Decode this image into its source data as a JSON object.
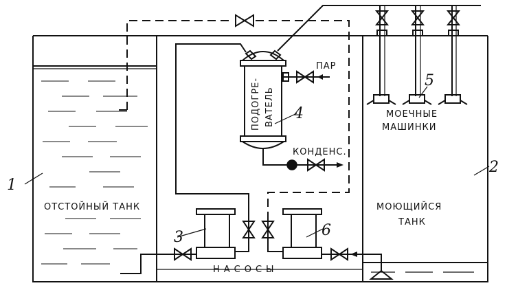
{
  "labels": {
    "settling_tank": "ОТСТОЙНЫЙ ТАНК",
    "washing_tank_line1": "МОЮЩИЙСЯ",
    "washing_tank_line2": "ТАНК",
    "pumps": "НАСОСЫ",
    "steam": "ПАР",
    "condensate": "КОНДЕНС.",
    "heater_line1": "ПОДОГРЕ-",
    "heater_line2": "ВАТЕЛЬ",
    "washing_machines_line1": "МОЕЧНЫЕ",
    "washing_machines_line2": "МАШИНКИ"
  },
  "callouts": {
    "n1": "1",
    "n2": "2",
    "n3": "3",
    "n4": "4",
    "n5": "5",
    "n6": "6"
  }
}
